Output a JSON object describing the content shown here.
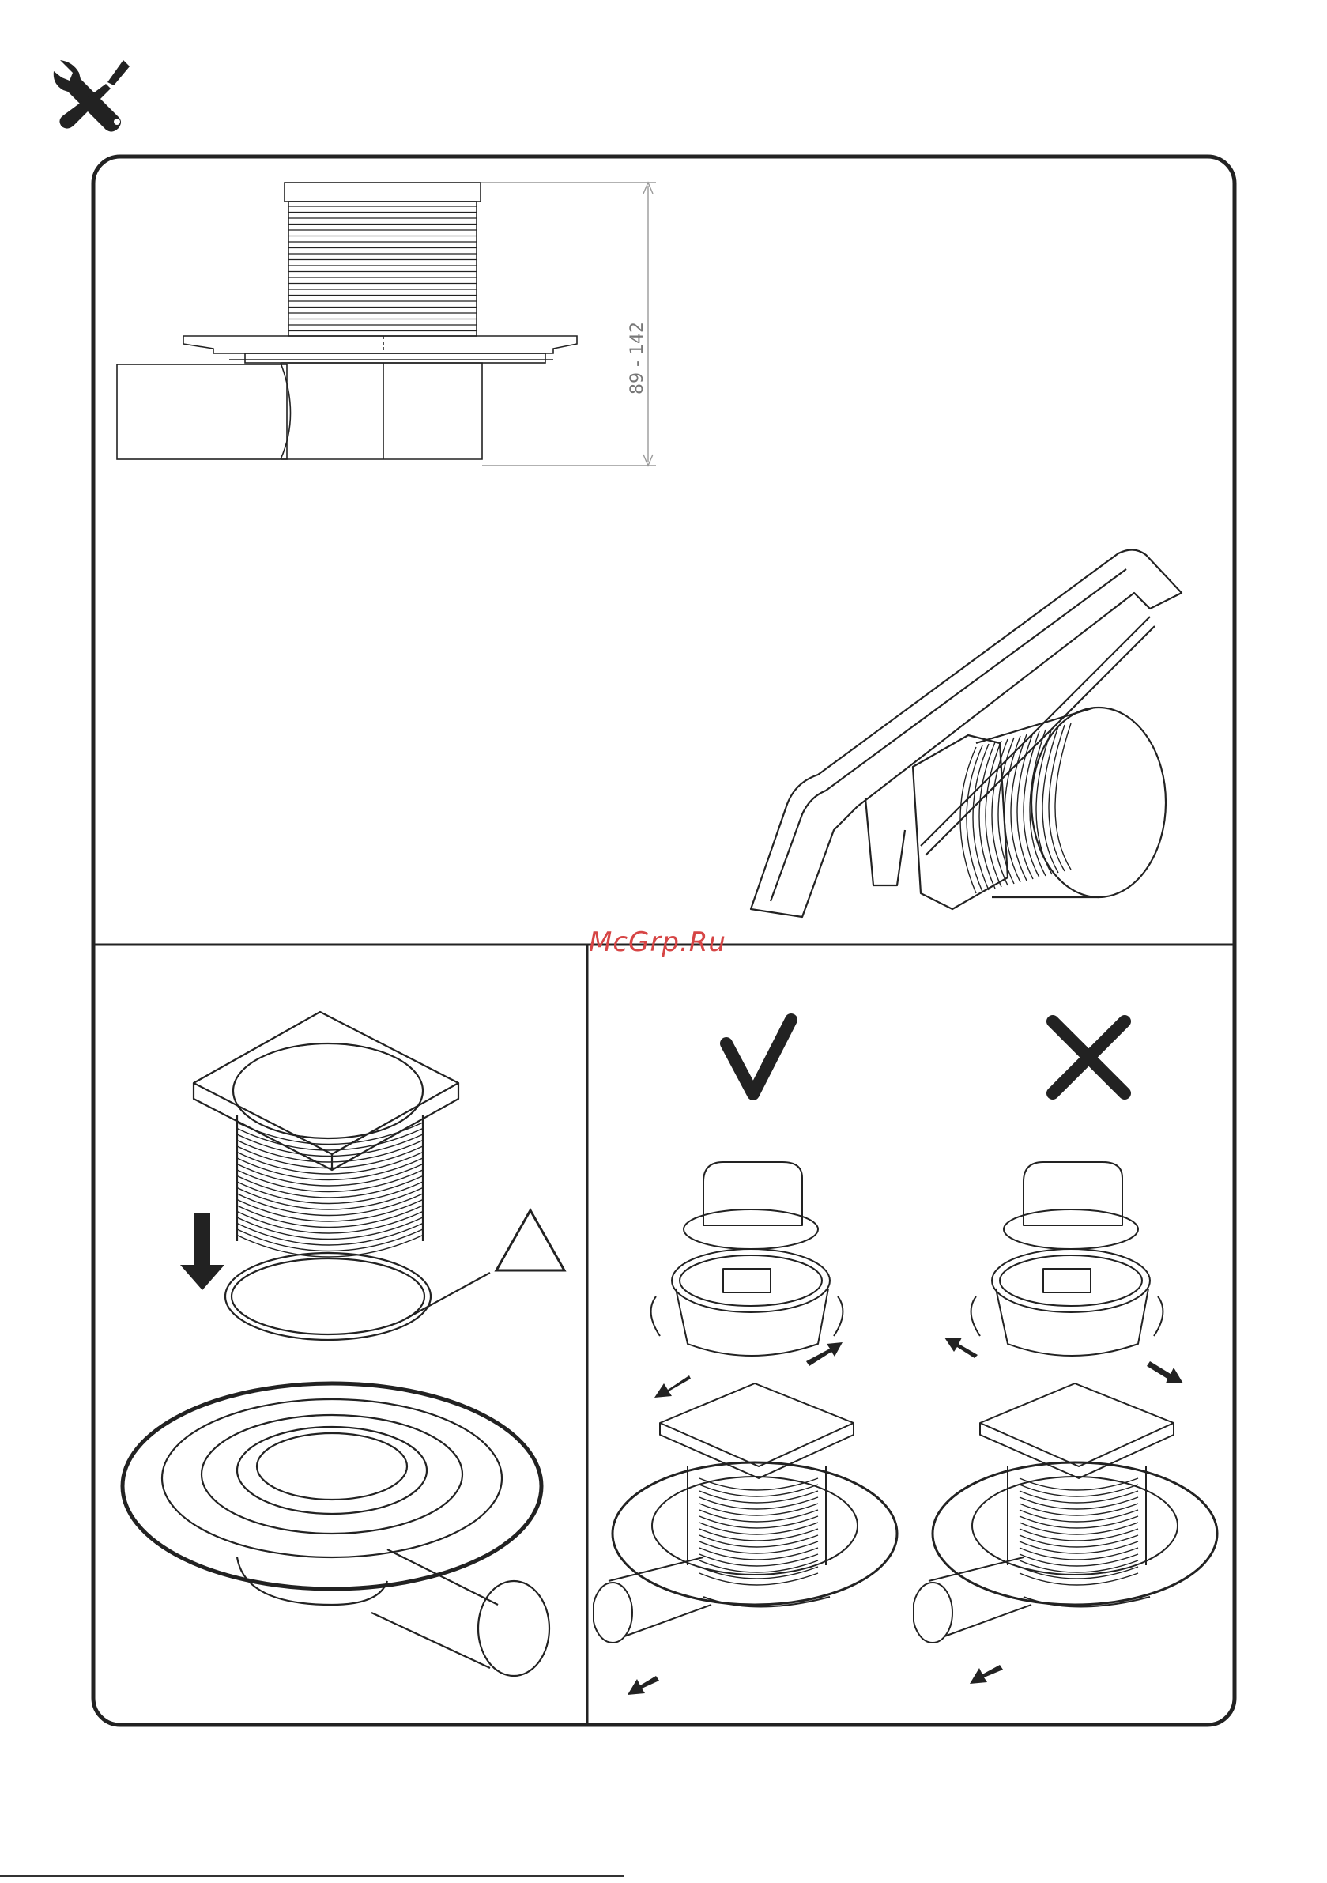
{
  "page": {
    "header_icon": "tools-icon",
    "watermark": "McGrp.Ru"
  },
  "panel_top": {
    "dimension_label": "89 - 142",
    "side_view": "drain-side-view",
    "saw_view": "saw-cutting-riser"
  },
  "panel_bottom_left": {
    "illustration": "riser-insertion-with-seal",
    "warning_icon": "warning-triangle-icon",
    "arrow_icon": "arrow-down-icon"
  },
  "panel_bottom_right": {
    "correct_icon": "checkmark-icon",
    "wrong_icon": "cross-icon",
    "correct_illustration": "rotation-correct",
    "wrong_illustration": "rotation-wrong"
  },
  "colors": {
    "stroke": "#222222",
    "watermark": "#d64545",
    "dimension": "#777777"
  }
}
